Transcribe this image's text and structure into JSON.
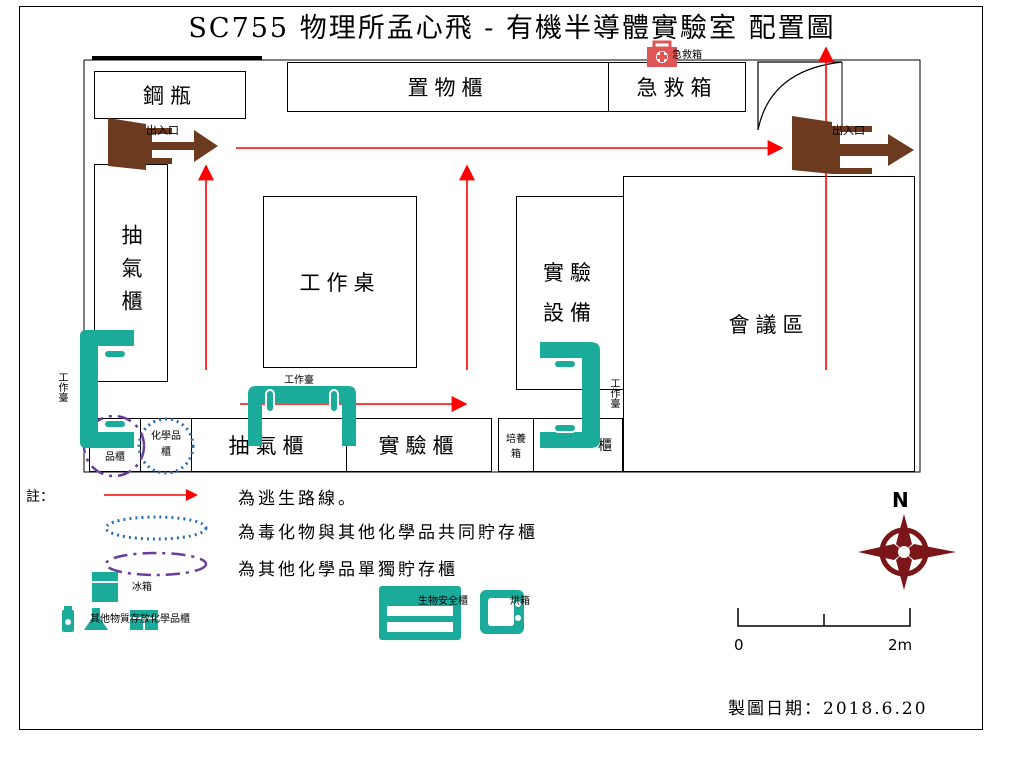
{
  "title": "SC755  物理所孟心飛 - 有機半導體實驗室 配置圖",
  "rooms": {
    "gas_cylinder": "鋼瓶",
    "storage_cabinet": "置物櫃",
    "first_aid_box": "急救箱",
    "fume_hood_left": "抽氣櫃",
    "workbench": "工作桌",
    "lab_equipment": "實驗設備",
    "meeting_area": "會議區",
    "fume_hood_bottom": "抽氣櫃",
    "lab_cabinet": "實驗櫃",
    "incubator": "培養箱",
    "right_bottom_cabinet": "櫃",
    "other_chem": "品櫃",
    "chem_storage": "化學品櫃"
  },
  "exits": {
    "left": "出入口",
    "right": "出入口"
  },
  "icon_labels": {
    "first_aid": "急救箱",
    "workstation_left": "工作臺",
    "workstation_center": "工作臺",
    "workstation_right": "工作臺",
    "fridge": "冰箱",
    "biosafety": "生物安全櫃",
    "oven": "烘箱",
    "bottom_left": "其他物質存放化學品櫃"
  },
  "legend": {
    "note_label": "註：",
    "escape_route": "為逃生路線。",
    "toxic_storage": "為毒化物與其他化學品共同貯存櫃",
    "other_storage": "為其他化學品單獨貯存櫃"
  },
  "compass": {
    "north": "N"
  },
  "scale": {
    "start": "0",
    "end": "2m"
  },
  "date": "製圖日期：2018.6.20",
  "colors": {
    "route": "#ff0000",
    "door": "#6b3a1f",
    "teal": "#1aab9b",
    "toxic_ellipse": "#2a6fb5",
    "other_ellipse": "#6a3d9a",
    "compass": "#7a1518",
    "first_aid": "#e05656"
  }
}
